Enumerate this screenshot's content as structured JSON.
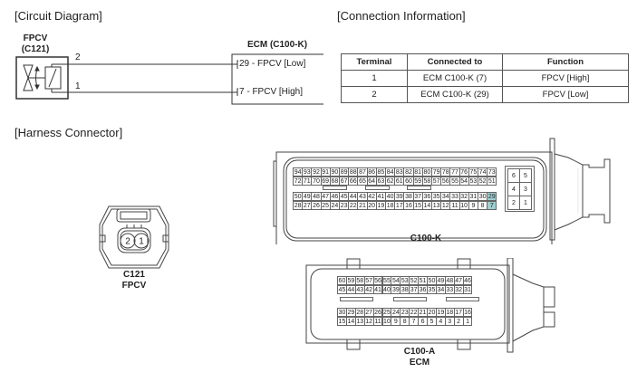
{
  "sections": {
    "circuit": "[Circuit Diagram]",
    "connection": "[Connection Information]",
    "harness": "[Harness Connector]"
  },
  "circuit": {
    "component_name": "FPCV",
    "component_connector": "(C121)",
    "ecm_label": "ECM (C100-K)",
    "wires": [
      {
        "terminal": "2",
        "ecm_pin": "29",
        "ecm_text": " - FPCV [Low]"
      },
      {
        "terminal": "1",
        "ecm_pin": "7",
        "ecm_text": " - FPCV [High]"
      }
    ]
  },
  "connection_table": {
    "headers": [
      "Terminal",
      "Connected to",
      "Function"
    ],
    "rows": [
      [
        "1",
        "ECM C100-K (7)",
        "FPCV [High]"
      ],
      [
        "2",
        "ECM C100-K (29)",
        "FPCV [Low]"
      ]
    ]
  },
  "harness": {
    "c121": {
      "label_1": "C121",
      "label_2": "FPCV",
      "pins": [
        "2",
        "1"
      ]
    },
    "c100k": {
      "label": "C100-K",
      "highlight_color": "#9fcfd0",
      "highlighted_pins": [
        "29",
        "7"
      ],
      "rows": [
        [
          "94",
          "93",
          "92",
          "91",
          "90",
          "89",
          "88",
          "87",
          "86",
          "85",
          "84",
          "83",
          "82",
          "81",
          "80",
          "79",
          "78",
          "77",
          "76",
          "75",
          "74",
          "73"
        ],
        [
          "72",
          "71",
          "70",
          "69",
          "68",
          "67",
          "66",
          "65",
          "64",
          "63",
          "62",
          "61",
          "60",
          "59",
          "58",
          "57",
          "56",
          "55",
          "54",
          "53",
          "52",
          "51"
        ],
        [
          "50",
          "49",
          "48",
          "47",
          "46",
          "45",
          "44",
          "43",
          "42",
          "41",
          "40",
          "39",
          "38",
          "37",
          "36",
          "35",
          "34",
          "33",
          "32",
          "31",
          "30",
          "29"
        ],
        [
          "28",
          "27",
          "26",
          "25",
          "24",
          "23",
          "22",
          "21",
          "20",
          "19",
          "18",
          "17",
          "16",
          "15",
          "14",
          "13",
          "12",
          "11",
          "10",
          "9",
          "8",
          "7"
        ]
      ],
      "aux_rows": [
        [
          "6",
          "5"
        ],
        [
          "4",
          "3"
        ],
        [
          "2",
          "1"
        ]
      ]
    },
    "c100a": {
      "label_1": "C100-A",
      "label_2": "ECM",
      "rows": [
        [
          "60",
          "59",
          "58",
          "57",
          "56",
          "55",
          "54",
          "53",
          "52",
          "51",
          "50",
          "49",
          "48",
          "47",
          "46"
        ],
        [
          "45",
          "44",
          "43",
          "42",
          "41",
          "40",
          "39",
          "38",
          "37",
          "36",
          "35",
          "34",
          "33",
          "32",
          "31"
        ],
        [
          "30",
          "29",
          "28",
          "27",
          "26",
          "25",
          "24",
          "23",
          "22",
          "21",
          "20",
          "19",
          "18",
          "17",
          "16"
        ],
        [
          "15",
          "14",
          "13",
          "12",
          "11",
          "10",
          "9",
          "8",
          "7",
          "6",
          "5",
          "4",
          "3",
          "2",
          "1"
        ]
      ]
    }
  }
}
